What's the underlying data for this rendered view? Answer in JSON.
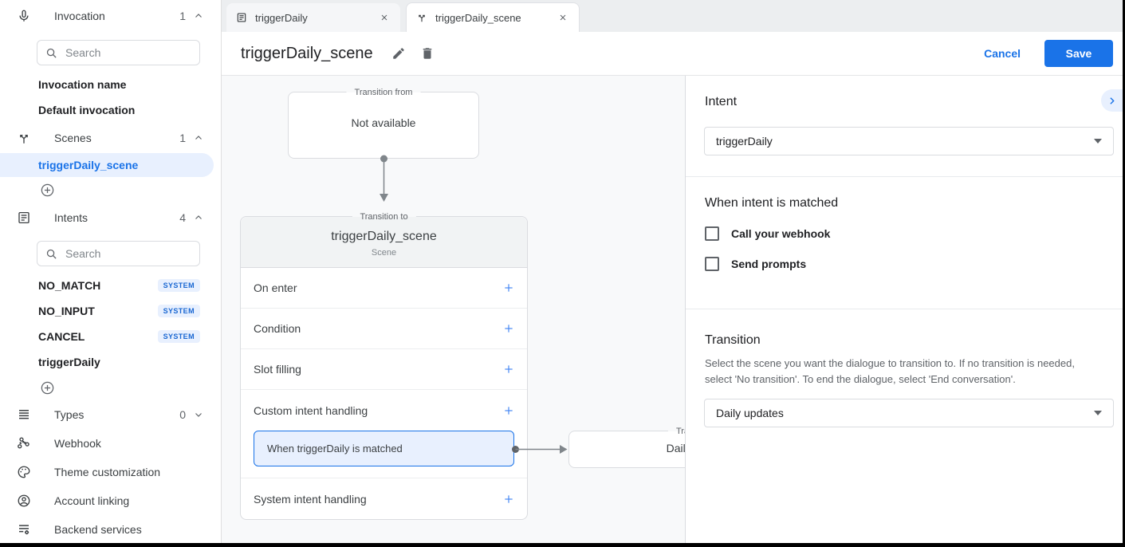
{
  "sidebar": {
    "invocation": {
      "label": "Invocation",
      "count": "1",
      "search_placeholder": "Search",
      "items": [
        {
          "label": "Invocation name"
        },
        {
          "label": "Default invocation"
        }
      ]
    },
    "scenes": {
      "label": "Scenes",
      "count": "1",
      "items": [
        {
          "label": "triggerDaily_scene",
          "selected": true
        }
      ]
    },
    "intents": {
      "label": "Intents",
      "count": "4",
      "search_placeholder": "Search",
      "items": [
        {
          "label": "NO_MATCH",
          "badge": "SYSTEM"
        },
        {
          "label": "NO_INPUT",
          "badge": "SYSTEM"
        },
        {
          "label": "CANCEL",
          "badge": "SYSTEM"
        },
        {
          "label": "triggerDaily",
          "badge": ""
        }
      ]
    },
    "types": {
      "label": "Types",
      "count": "0"
    },
    "nav": [
      {
        "label": "Webhook"
      },
      {
        "label": "Theme customization"
      },
      {
        "label": "Account linking"
      },
      {
        "label": "Backend services"
      }
    ]
  },
  "tabs": [
    {
      "label": "triggerDaily"
    },
    {
      "label": "triggerDaily_scene"
    }
  ],
  "header": {
    "title": "triggerDaily_scene",
    "cancel_label": "Cancel",
    "save_label": "Save"
  },
  "canvas": {
    "transition_from": {
      "label": "Transition from",
      "content": "Not available"
    },
    "transition_to": {
      "label": "Transition to",
      "title": "triggerDaily_scene",
      "subtitle": "Scene",
      "rows": [
        {
          "label": "On enter"
        },
        {
          "label": "Condition"
        },
        {
          "label": "Slot filling"
        },
        {
          "label": "Custom intent handling"
        },
        {
          "label": "System intent handling"
        }
      ],
      "highlighted_item": "When triggerDaily is matched"
    },
    "target_node": {
      "label": "Transition to",
      "content": "Daily updates"
    }
  },
  "panel": {
    "intent": {
      "heading": "Intent",
      "value": "triggerDaily"
    },
    "when_matched": {
      "heading": "When intent is matched",
      "checkboxes": [
        {
          "label": "Call your webhook",
          "checked": false
        },
        {
          "label": "Send prompts",
          "checked": false
        }
      ]
    },
    "transition": {
      "heading": "Transition",
      "description": "Select the scene you want the dialogue to transition to. If no transition is needed, select 'No transition'. To end the dialogue, select 'End conversation'.",
      "value": "Daily updates"
    }
  },
  "colors": {
    "accent": "#1a73e8",
    "light_blue": "#e8f0fe",
    "badge_text": "#1967d2",
    "connector": "#80868b"
  }
}
